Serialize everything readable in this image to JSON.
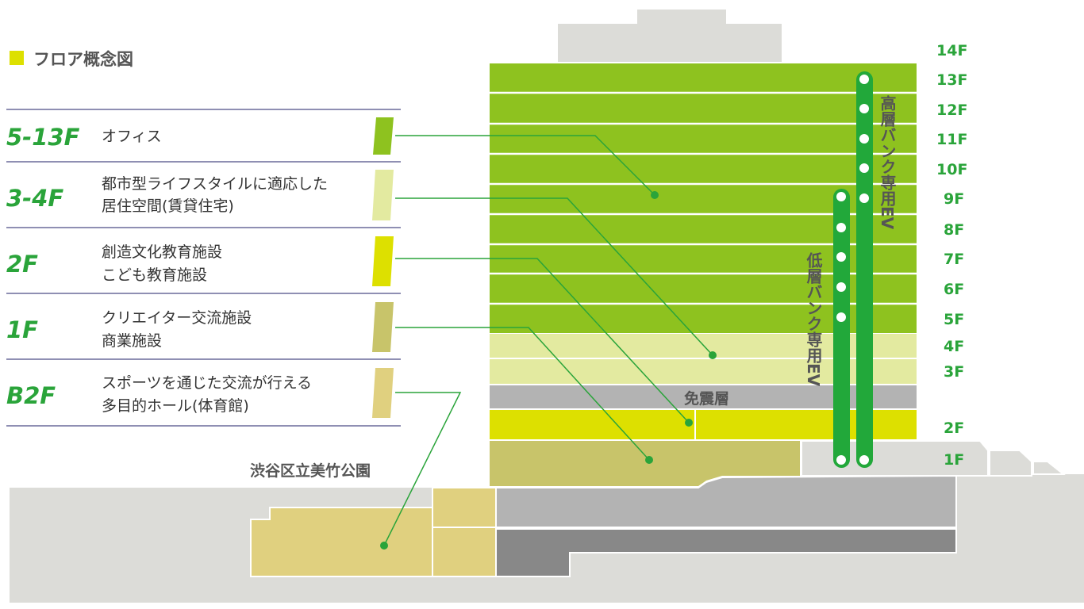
{
  "title": "フロア概念図",
  "colors": {
    "office": "#8ec21f",
    "residential": "#e3eaa0",
    "education": "#dde000",
    "commercial": "#c8c46a",
    "hall": "#e0d07f",
    "seismic": "#b3b3b3",
    "elevator": "#22a83a",
    "label": "#2aa43a"
  },
  "legend": [
    {
      "code": "5-13F",
      "lines": [
        "オフィス"
      ]
    },
    {
      "code": "3-4F",
      "lines": [
        "都市型ライフスタイルに適応した",
        "居住空間(賃貸住宅)"
      ]
    },
    {
      "code": "2F",
      "lines": [
        "創造文化教育施設",
        "こども教育施設"
      ]
    },
    {
      "code": "1F",
      "lines": [
        "クリエイター交流施設",
        "商業施設"
      ]
    },
    {
      "code": "B2F",
      "lines": [
        "スポーツを通じた交流が行える",
        "多目的ホール(体育館)"
      ]
    }
  ],
  "building": {
    "seismic_layer": "免震層",
    "park": "渋谷区立美竹公園",
    "high_bank_ev": "高層バンク専用EV",
    "low_bank_ev": "低層バンク専用EV"
  },
  "floors": [
    "14F",
    "13F",
    "12F",
    "11F",
    "10F",
    "9F",
    "8F",
    "7F",
    "6F",
    "5F",
    "4F",
    "3F",
    "2F",
    "1F"
  ]
}
